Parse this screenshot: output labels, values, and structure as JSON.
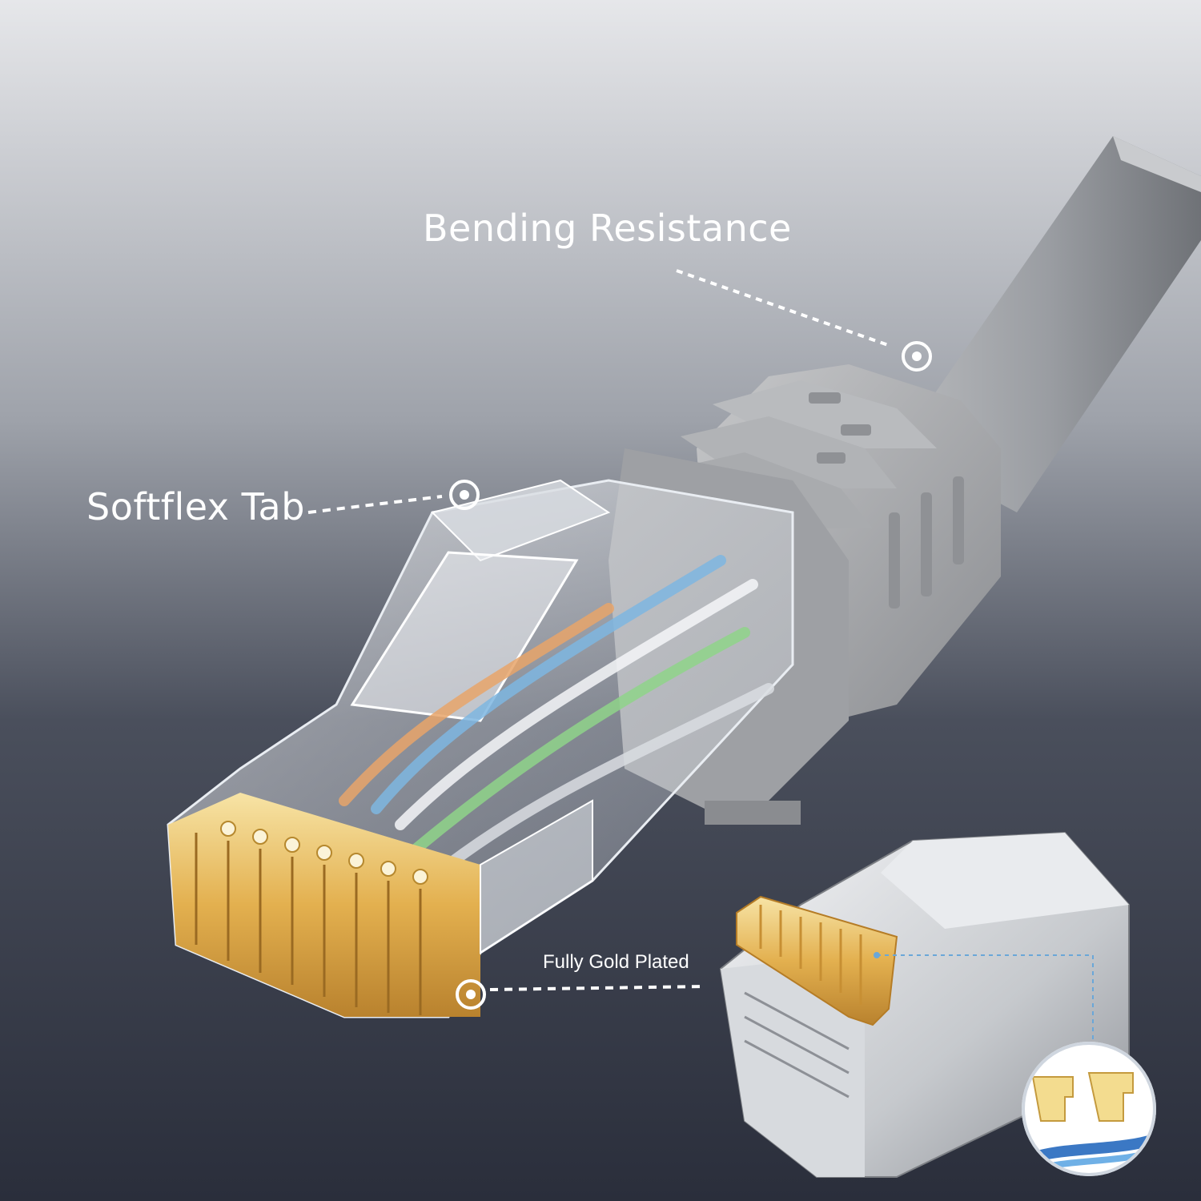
{
  "callouts": {
    "bending": "Bending Resistance",
    "softflex": "Softflex Tab",
    "gold": "Fully Gold Plated"
  },
  "colors": {
    "background_top": "#e3e4e7",
    "background_bottom": "#2b2f3d",
    "cable_gray": "#9a9da3",
    "boot_gray": "#a8aaad",
    "gold": "#e8b85a",
    "callout_line": "#ffffff",
    "zoom_dash": "#6aa7d8"
  },
  "icons": [
    "callout-marker-icon",
    "rj45-connector-icon",
    "shielded-plug-icon",
    "zoom-lens-icon"
  ]
}
